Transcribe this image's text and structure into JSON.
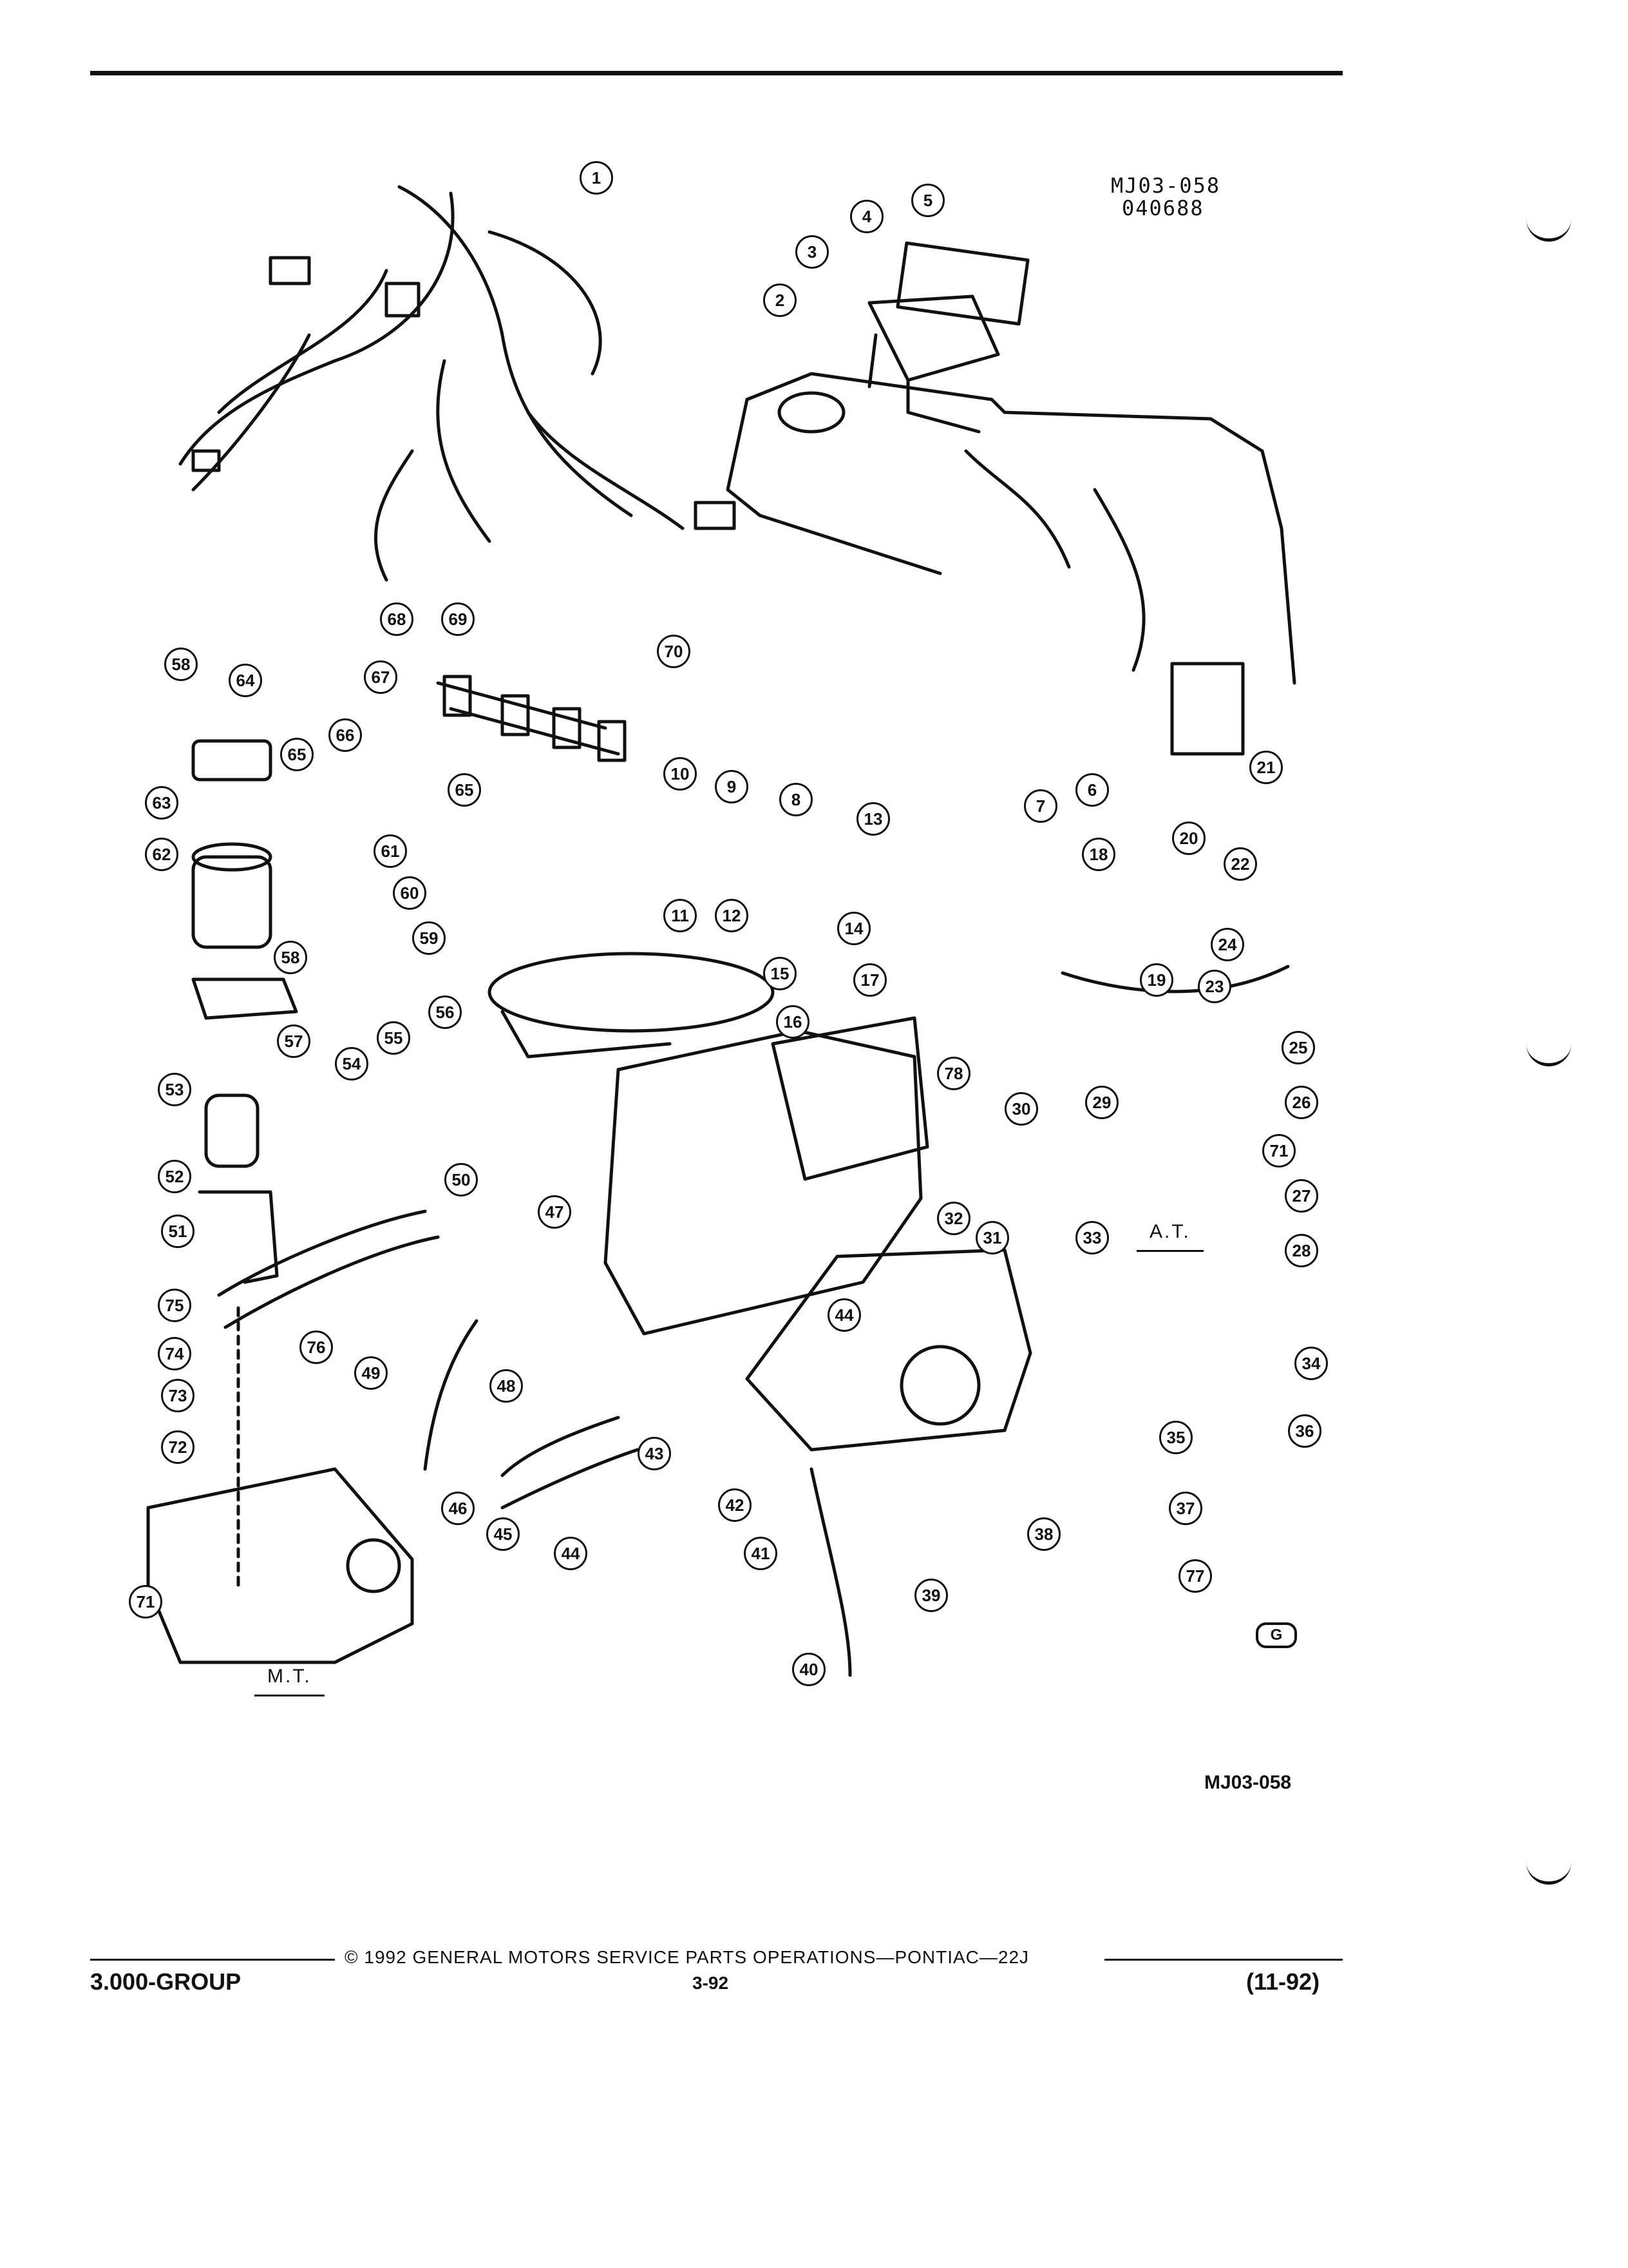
{
  "header": {
    "drawing_code": "MJ03-058",
    "drawing_date": "040688"
  },
  "figure_id": "MJ03-058",
  "views": {
    "auto_trans": "A.T.",
    "manual_trans": "M.T."
  },
  "logo_text": "G",
  "callouts": [
    "1",
    "2",
    "3",
    "4",
    "5",
    "6",
    "7",
    "8",
    "9",
    "10",
    "11",
    "12",
    "13",
    "14",
    "15",
    "16",
    "17",
    "18",
    "19",
    "20",
    "21",
    "22",
    "23",
    "24",
    "25",
    "26",
    "27",
    "28",
    "29",
    "30",
    "31",
    "32",
    "33",
    "34",
    "35",
    "36",
    "37",
    "38",
    "39",
    "40",
    "41",
    "42",
    "43",
    "44",
    "45",
    "46",
    "47",
    "48",
    "49",
    "50",
    "51",
    "52",
    "53",
    "54",
    "55",
    "56",
    "57",
    "58",
    "59",
    "60",
    "61",
    "62",
    "63",
    "64",
    "65",
    "66",
    "67",
    "68",
    "69",
    "70",
    "71",
    "72",
    "73",
    "74",
    "75",
    "76",
    "77",
    "78"
  ],
  "footer": {
    "copyright": "© 1992 GENERAL MOTORS SERVICE PARTS OPERATIONS—PONTIAC—22J",
    "group": "3.000-GROUP",
    "page": "3-92",
    "date": "(11-92)"
  }
}
